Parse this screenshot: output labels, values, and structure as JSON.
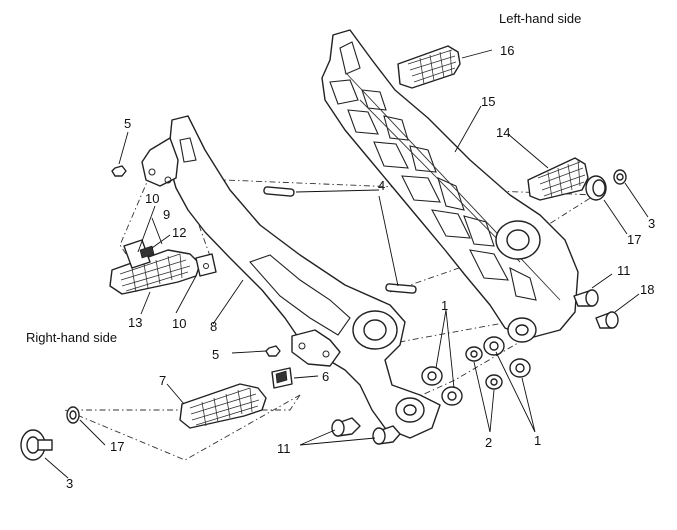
{
  "side_labels": {
    "left": "Left-hand side",
    "right": "Right-hand side"
  },
  "callouts": {
    "c1a": "1",
    "c1b": "1",
    "c2": "2",
    "c3a": "3",
    "c3b": "3",
    "c4": "4",
    "c5a": "5",
    "c5b": "5",
    "c6": "6",
    "c7": "7",
    "c8": "8",
    "c9": "9",
    "c10a": "10",
    "c10b": "10",
    "c11a": "11",
    "c11b": "11",
    "c12": "12",
    "c13": "13",
    "c14": "14",
    "c15": "15",
    "c16": "16",
    "c17a": "17",
    "c17b": "17",
    "c18": "18"
  }
}
